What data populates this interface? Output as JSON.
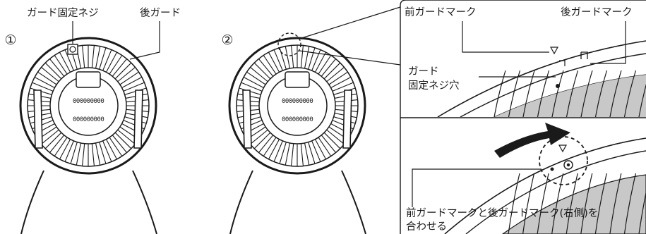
{
  "step1": {
    "number": "①",
    "label_fixing_screw": "ガード固定ネジ",
    "label_rear_guard": "後ガード"
  },
  "step2": {
    "number": "②"
  },
  "detail_top": {
    "label_front_mark": "前ガードマーク",
    "label_rear_mark": "後ガードマーク",
    "label_screw_hole_line1": "ガード",
    "label_screw_hole_line2": "固定ネジ穴"
  },
  "detail_bottom": {
    "instruction_line1": "前ガードマークと後ガードマーク(右側)を",
    "instruction_line2": "合わせる"
  },
  "fan_label_text": "000000000"
}
